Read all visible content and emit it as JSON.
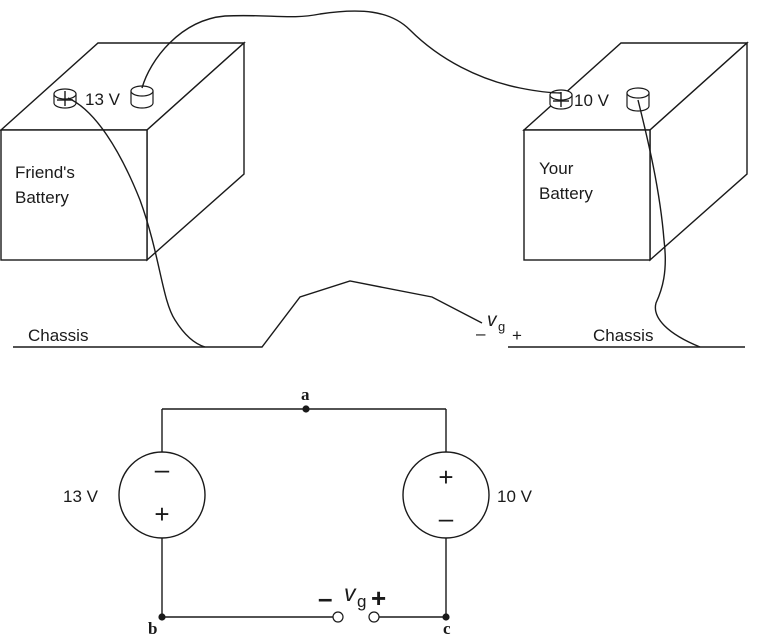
{
  "top_diagram": {
    "friend_battery": {
      "label_line1": "Friend's",
      "label_line2": "Battery",
      "voltage": "13 V"
    },
    "your_battery": {
      "label_line1": "Your",
      "label_line2": "Battery",
      "voltage": "10 V"
    },
    "chassis_left": "Chassis",
    "chassis_right": "Chassis",
    "vg_symbol": "v",
    "vg_subscript": "g",
    "vg_minus": "–",
    "vg_plus": "+"
  },
  "circuit": {
    "node_a": "a",
    "node_b": "b",
    "node_c": "c",
    "left_source_label": "13 V",
    "right_source_label": "10 V",
    "left_source_top_sign": "–",
    "left_source_bottom_sign": "+",
    "right_source_top_sign": "+",
    "right_source_bottom_sign": "–",
    "vg_minus": "–",
    "vg_symbol": "v",
    "vg_subscript": "g",
    "vg_plus": "+"
  }
}
